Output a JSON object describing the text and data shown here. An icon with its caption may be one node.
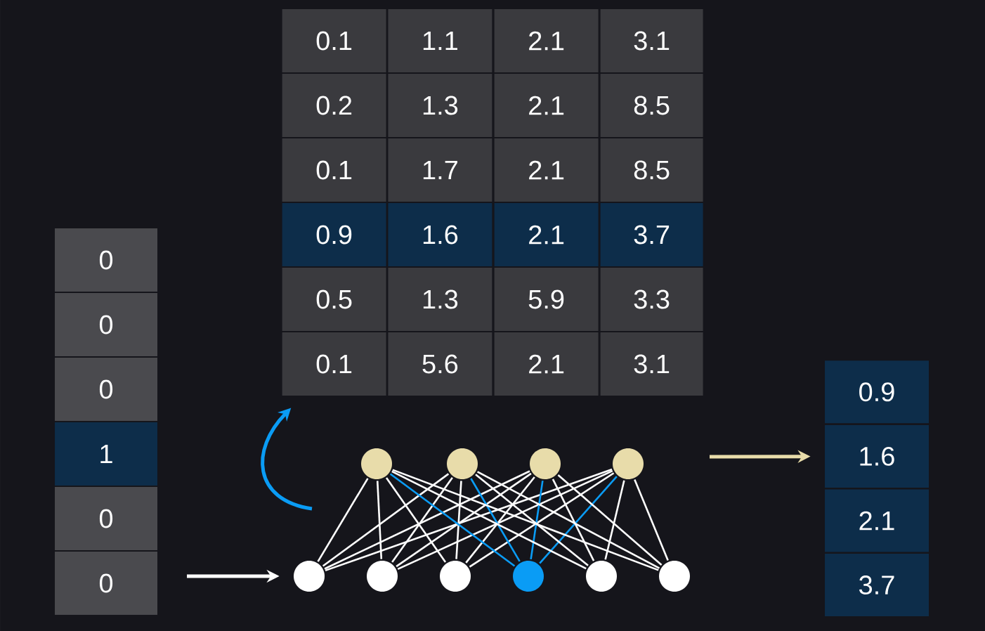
{
  "diagram": {
    "nodes": [
      {
        "text": [
          "0"
        ]
      },
      {
        "text": [
          "0"
        ]
      },
      {
        "text": [
          "0"
        ]
      },
      {
        "text": [
          "1"
        ]
      },
      {
        "text": [
          "0"
        ]
      },
      {
        "text": [
          "0"
        ]
      },
      {
        "text": [
          "0.1"
        ]
      },
      {
        "text": [
          "1.1"
        ]
      },
      {
        "text": [
          "2.1"
        ]
      },
      {
        "text": [
          "3.1"
        ]
      },
      {
        "text": [
          "0.2"
        ]
      },
      {
        "text": [
          "1.3"
        ]
      },
      {
        "text": [
          "2.1"
        ]
      },
      {
        "text": [
          "8.5"
        ]
      },
      {
        "text": [
          "0.1"
        ]
      },
      {
        "text": [
          "1.7"
        ]
      },
      {
        "text": [
          "2.1"
        ]
      },
      {
        "text": [
          "8.5"
        ]
      },
      {
        "text": [
          "0.9"
        ]
      },
      {
        "text": [
          "1.6"
        ]
      },
      {
        "text": [
          "2.1"
        ]
      },
      {
        "text": [
          "3.7"
        ]
      },
      {
        "text": [
          "0.5"
        ]
      },
      {
        "text": [
          "1.3"
        ]
      },
      {
        "text": [
          "5.9"
        ]
      },
      {
        "text": [
          "3.3"
        ]
      },
      {
        "text": [
          "0.1"
        ]
      },
      {
        "text": [
          "5.6"
        ]
      },
      {
        "text": [
          "2.1"
        ]
      },
      {
        "text": [
          "3.1"
        ]
      },
      {
        "text": [
          "0.9"
        ]
      },
      {
        "text": [
          "1.6"
        ]
      },
      {
        "text": [
          "2.1"
        ]
      },
      {
        "text": [
          "3.7"
        ]
      },
      {
        "text": [],
        "shape": "circle"
      },
      {
        "text": [],
        "shape": "circle"
      },
      {
        "text": [],
        "shape": "circle"
      },
      {
        "text": [],
        "shape": "circle"
      },
      {
        "text": [],
        "shape": "circle"
      },
      {
        "text": [],
        "shape": "circle"
      },
      {
        "text": [],
        "shape": "circle"
      },
      {
        "text": [],
        "shape": "circle"
      },
      {
        "text": [],
        "shape": "circle"
      },
      {
        "text": [],
        "shape": "circle"
      }
    ],
    "edges": [
      {
        "from": 34,
        "to": 40,
        "arrow": "none"
      },
      {
        "from": 34,
        "to": 41,
        "arrow": "none"
      },
      {
        "from": 34,
        "to": 42,
        "arrow": "none"
      },
      {
        "from": 34,
        "to": 43,
        "arrow": "none"
      },
      {
        "from": 35,
        "to": 40,
        "arrow": "none"
      },
      {
        "from": 35,
        "to": 41,
        "arrow": "none"
      },
      {
        "from": 35,
        "to": 42,
        "arrow": "none"
      },
      {
        "from": 35,
        "to": 43,
        "arrow": "none"
      },
      {
        "from": 36,
        "to": 40,
        "arrow": "none"
      },
      {
        "from": 36,
        "to": 41,
        "arrow": "none"
      },
      {
        "from": 36,
        "to": 42,
        "arrow": "none"
      },
      {
        "from": 36,
        "to": 43,
        "arrow": "none"
      },
      {
        "from": 37,
        "to": 40,
        "arrow": "none",
        "color": "#0a9cf5"
      },
      {
        "from": 37,
        "to": 41,
        "arrow": "none",
        "color": "#0a9cf5"
      },
      {
        "from": 37,
        "to": 42,
        "arrow": "none",
        "color": "#0a9cf5"
      },
      {
        "from": 37,
        "to": 43,
        "arrow": "none",
        "color": "#0a9cf5"
      },
      {
        "from": 38,
        "to": 40,
        "arrow": "none"
      },
      {
        "from": 38,
        "to": 41,
        "arrow": "none"
      },
      {
        "from": 38,
        "to": 42,
        "arrow": "none"
      },
      {
        "from": 38,
        "to": 43,
        "arrow": "none"
      },
      {
        "from": 39,
        "to": 40,
        "arrow": "none"
      },
      {
        "from": 39,
        "to": 41,
        "arrow": "none"
      },
      {
        "from": 39,
        "to": 42,
        "arrow": "none"
      },
      {
        "from": 39,
        "to": 43,
        "arrow": "none"
      },
      {
        "from": null,
        "to": 34,
        "arrow": "to"
      },
      {
        "from": null,
        "to": 26,
        "arrow": "to",
        "color": "#0a9cf5"
      },
      {
        "from": null,
        "to": 31,
        "arrow": "to",
        "color": "#e8dcaa"
      }
    ]
  }
}
